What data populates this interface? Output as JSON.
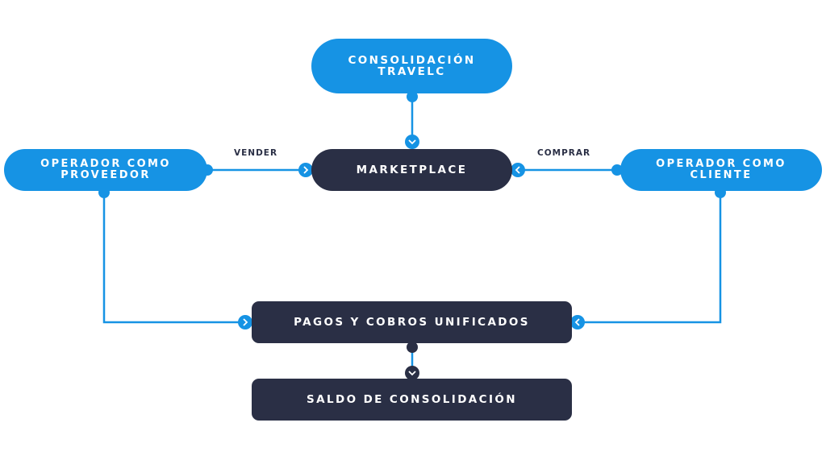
{
  "nodes": {
    "consolidacion": {
      "line1": "CONSOLIDACIÓN",
      "line2": "TRAVELC"
    },
    "marketplace": {
      "label": "MARKETPLACE"
    },
    "proveedor": {
      "line1": "OPERADOR COMO",
      "line2": "PROVEEDOR"
    },
    "cliente": {
      "line1": "OPERADOR COMO",
      "line2": "CLIENTE"
    },
    "pagos": {
      "label": "PAGOS Y COBROS UNIFICADOS"
    },
    "saldo": {
      "label": "SALDO DE CONSOLIDACIÓN"
    }
  },
  "edges": {
    "vender": "VENDER",
    "comprar": "COMPRAR"
  },
  "colors": {
    "accent_blue": "#1693e4",
    "navy": "#2a2f45",
    "background": "#ffffff"
  }
}
